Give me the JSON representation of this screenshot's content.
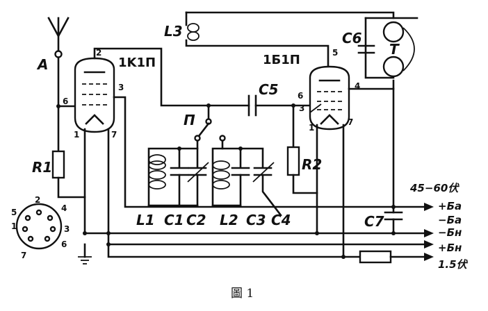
{
  "figure": {
    "caption": "圖 1"
  },
  "labels": {
    "antenna": "A",
    "tube1": "1K1П",
    "tube2": "1Б1П",
    "switch": "П",
    "L1": "L1",
    "L2": "L2",
    "L3": "L3",
    "C1": "C1",
    "C2": "C2",
    "C3": "C3",
    "C4": "C4",
    "C5": "C5",
    "C6": "C6",
    "C7": "C7",
    "R1": "R1",
    "R2": "R2",
    "phones": "T"
  },
  "pins": {
    "t1_p2": "2",
    "t1_p3": "3",
    "t1_p6": "6",
    "t1_p1": "1",
    "t1_p7": "7",
    "t2_p5": "5",
    "t2_p6": "6",
    "t2_p3": "3",
    "t2_p4": "4",
    "t2_p1": "1",
    "t2_p7": "7"
  },
  "socket": {
    "pins": [
      "1",
      "2",
      "3",
      "4",
      "5",
      "6",
      "7"
    ]
  },
  "rails": {
    "plus_ba": "+Бa",
    "minus_ba": "−Бa",
    "minus_bn": "−Бн",
    "plus_bn": "+Бн",
    "plate_voltage": "45−60伏",
    "filament_voltage": "1.5伏"
  }
}
